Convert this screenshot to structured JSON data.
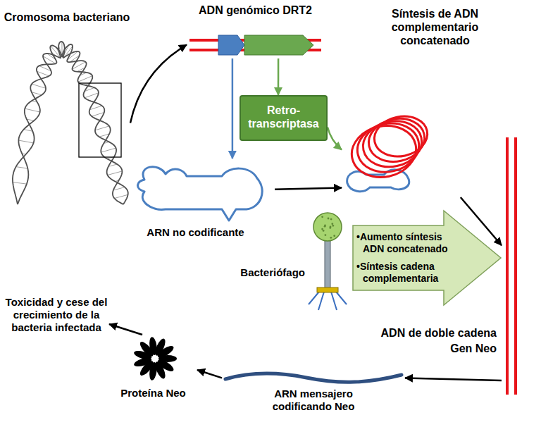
{
  "diagram": {
    "nodes": [
      {
        "text": [
          "Cromosoma bacteriano"
        ]
      },
      {
        "text": [
          "ADN genómico DRT2"
        ]
      },
      {
        "text": [
          "Retro- transcriptasa"
        ]
      },
      {
        "text": [
          "ARN no codificante"
        ]
      },
      {
        "text": [
          "Síntesis de ADN complementario concatenado"
        ]
      },
      {
        "text": [
          "•Aumento síntesis ADN concatenado",
          "•Síntesis cadena complementaria"
        ]
      },
      {
        "text": [
          "ADN de doble cadena",
          "Gen Neo"
        ]
      },
      {
        "text": [
          "ARN mensajero codificando Neo"
        ]
      },
      {
        "text": [
          "Proteína Neo"
        ]
      },
      {
        "text": [
          "Toxicidad y cese del crecimiento de la bacteria infectada"
        ]
      }
    ],
    "edges": [
      {
        "from": 0,
        "to": 1,
        "arrow": "to"
      },
      {
        "from": 1,
        "to": 3,
        "arrow": "to"
      },
      {
        "from": 1,
        "to": 2,
        "arrow": "to"
      },
      {
        "from": 2,
        "to": 4,
        "arrow": "to"
      },
      {
        "from": 3,
        "to": 4,
        "arrow": "to"
      },
      {
        "from": 4,
        "to": 6,
        "arrow": "to"
      },
      {
        "from": 6,
        "to": 7,
        "arrow": "to"
      },
      {
        "from": 7,
        "to": 8,
        "arrow": "to"
      },
      {
        "from": 8,
        "to": 9,
        "arrow": "to"
      }
    ],
    "labels": [
      "Bacteriófago"
    ]
  }
}
